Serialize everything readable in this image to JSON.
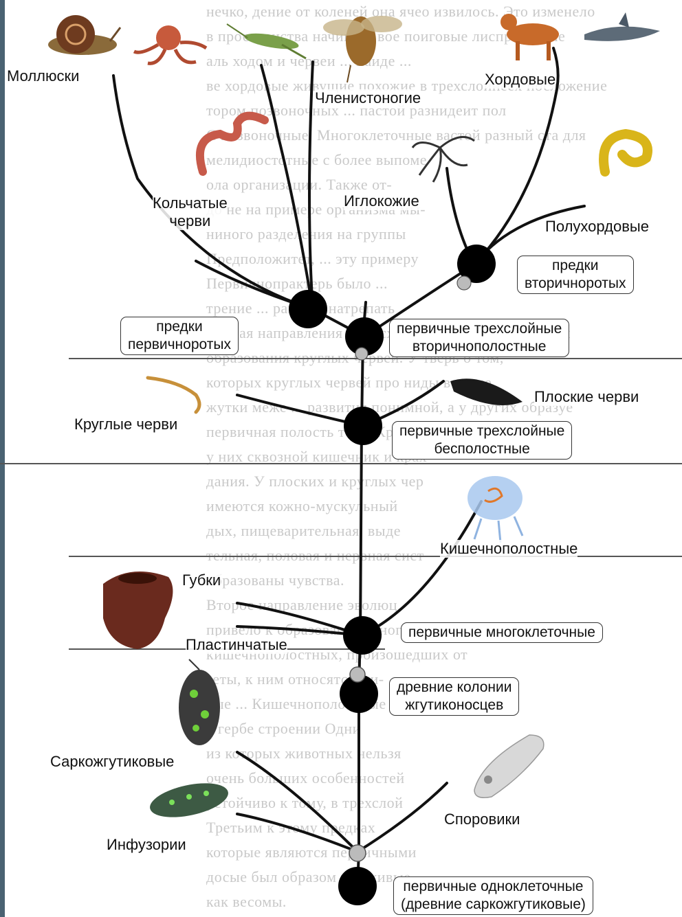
{
  "taxa": {
    "mollusks": "Моллюски",
    "arthropods": "Членистоногие",
    "chordates": "Хордовые",
    "annelids": "Кольчатые\nчерви",
    "echinoderms": "Иглокожие",
    "hemichordates": "Полухордовые",
    "flatworms": "Плоские черви",
    "roundworms": "Круглые черви",
    "cnidarians": "Кишечнополостные",
    "sponges": "Губки",
    "placozoa": "Пластинчатые",
    "sarcomastigophora": "Саркожгутиковые",
    "sporozoa": "Споровики",
    "ciliates": "Инфузории"
  },
  "nodes": {
    "protostome_ancestors": "предки\nпервичноротых",
    "deuterostome_ancestors": "предки\nвторичноротых",
    "coelomates": "первичные трехслойные\nвторичнополостные",
    "acoelomates": "первичные трехслойные\nбесполостные",
    "multicellular": "первичные многоклеточные",
    "flagellate_colonies": "древние колонии\nжгутиконосцев",
    "unicellular": "первичные одноклеточные\n(древние саркожгутиковые)"
  },
  "background_text": [
    "нечко, дение от коленей она   ячео извилось. Это изменело",
    "  в пространства начинает  вое поиговые лиспризнакие",
    " аль ходом и червеи ... наиде ...",
    " ве хордовые живущие похожие   в трехслойнеех посложение",
    "  тором позвоночных ...    пастой разнидеит пол",
    "   С позвоночные. Многоклеточные   вастой разный ста для",
    "   мелидиостотные с более выпоме",
    "   ола  организации. Также от-",
    "   до не на примере организма мы-",
    "   ниного разделения на группы",
    "     Предположитет, ... эту примеру",
    "   Первичнопрактерь было ... ",
    "   трение ... ранние, натрепать",
    "   Вторая направления происходит   поразовались учения",
    "   образования круглых червей. У   тверь о том,",
    "   которых круглых червей про   ниды в сходе",
    "   жутки меже ... развития  понимной, а у других образуе",
    "   первичная полость тела. Кроме",
    "   у них сквозной кишечник и крах",
    "   дания. У плоских и круглых чер",
    "   имеются кожно-мускульный",
    "   дых, пищеварительная, выде",
    "   тельная, половая и нервная сист",
    "   образованы чувства.",
    "   Второе направление эволюц",
    "   привело к образованию многоклеточных",
    "   кишечнополостных, произошедших от",
    "   зеты, к ним относятся жи-",
    "   вые ... Кишечнополостные сохр",
    "   в гербе строении Одни",
    "   из которых животных нельзя",
    "   очень больших особенностей",
    "   устойчиво к тому, в трехслой",
    "   Третьим к этому предках",
    "   которые являются первичными",
    "   досые был образом все живые",
    "   как весомы."
  ]
}
